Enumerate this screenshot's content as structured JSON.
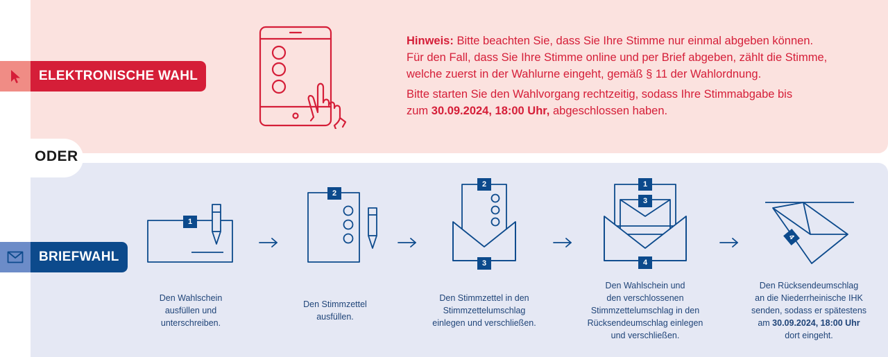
{
  "electronic": {
    "label": "ELEKTRONISCHE WAHL",
    "icon": "cursor-icon",
    "color": "#d51e38",
    "hint_label": "Hinweis:",
    "hint_lines": [
      "Bitte beachten Sie, dass Sie Ihre Stimme nur einmal abgeben können.",
      "Für den Fall, dass Sie Ihre Stimme online und per Brief abgeben, zählt die Stimme,",
      "welche zuerst in der Wahlurne eingeht, gemäß § 11 der Wahlordnung."
    ],
    "deadline_line1": "Bitte starten Sie den Wahlvorgang rechtzeitig, sodass Ihre Stimmabgabe bis",
    "deadline_prefix": "zum ",
    "deadline_date": "30.09.2024, 18:00 Uhr,",
    "deadline_suffix": " abgeschlossen haben."
  },
  "separator": {
    "label": "ODER"
  },
  "postal": {
    "label": "BRIEFWAHL",
    "icon": "envelope-icon",
    "color": "#0c4a8c",
    "steps": [
      {
        "badges": [
          "1"
        ],
        "caption": [
          "Den Wahlschein",
          "ausfüllen und",
          "unterschreiben."
        ]
      },
      {
        "badges": [
          "2"
        ],
        "caption": [
          "Den Stimmzettel",
          "ausfüllen."
        ]
      },
      {
        "badges": [
          "2",
          "3"
        ],
        "caption": [
          "Den Stimmzettel in den",
          "Stimmzettelumschlag",
          "einlegen und verschließen."
        ]
      },
      {
        "badges": [
          "1",
          "3",
          "4"
        ],
        "caption": [
          "Den Wahlschein und",
          "den verschlossenen",
          "Stimmzettelumschlag in den",
          "Rücksendeumschlag einlegen",
          "und verschließen."
        ]
      },
      {
        "badges": [
          "4"
        ],
        "caption_lines": [
          "Den Rücksendeumschlag",
          "an die Niederrheinische IHK",
          "senden, sodass er spätestens"
        ],
        "caption_bold": "30.09.2024, 18:00 Uhr",
        "caption_prefix": "am ",
        "caption_end": "dort eingeht."
      }
    ]
  }
}
